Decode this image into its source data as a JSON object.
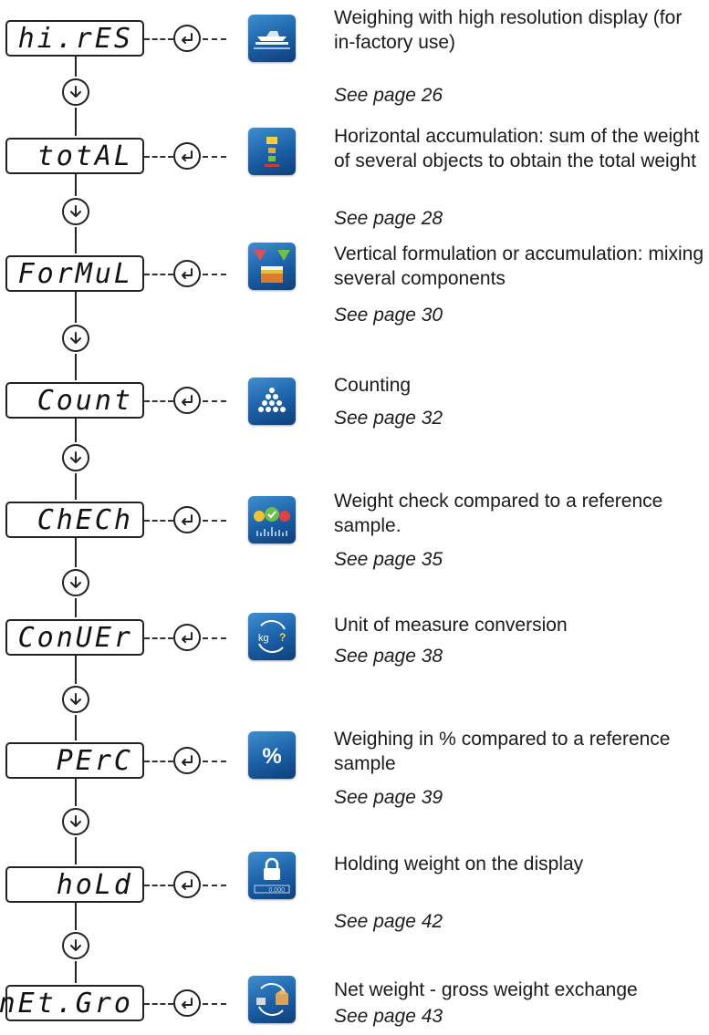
{
  "modes": [
    {
      "display": "hi.rES",
      "icon": "boat-weighing-icon",
      "description": "Weighing with high resolution display (for in-factory use)",
      "see": "See page 26"
    },
    {
      "display": "totAL",
      "icon": "accumulation-icon",
      "description": "Horizontal accumulation: sum of the weight of several objects to obtain the total weight",
      "see": "See page 28"
    },
    {
      "display": "ForMuL",
      "icon": "formulation-icon",
      "description": "Vertical formulation or accumulation: mixing several components",
      "see": "See page 30"
    },
    {
      "display": "Count",
      "icon": "counting-icon",
      "description": "Counting",
      "see": "See page 32"
    },
    {
      "display": "ChECh",
      "icon": "check-weighing-icon",
      "description": "Weight check compared to a reference sample.",
      "see": "See page 35"
    },
    {
      "display": "ConUEr",
      "icon": "unit-conversion-icon",
      "description": "Unit of measure conversion",
      "see": "See page 38"
    },
    {
      "display": "PErC",
      "icon": "percent-icon",
      "description": "Weighing in % compared to a reference sample",
      "see": "See page 39"
    },
    {
      "display": "hoLd",
      "icon": "hold-lock-icon",
      "description": "Holding weight on the display",
      "see": "See page 42"
    },
    {
      "display": "nEt.Gro",
      "icon": "net-gross-exchange-icon",
      "description": "Net weight - gross weight exchange",
      "see": "See page 43"
    }
  ],
  "icon_text": {
    "percent": "%",
    "kg": "kg",
    "question": "?",
    "readout": "0.000"
  },
  "colors": {
    "icon_blue": "#1a5fa6",
    "line": "#222222"
  }
}
